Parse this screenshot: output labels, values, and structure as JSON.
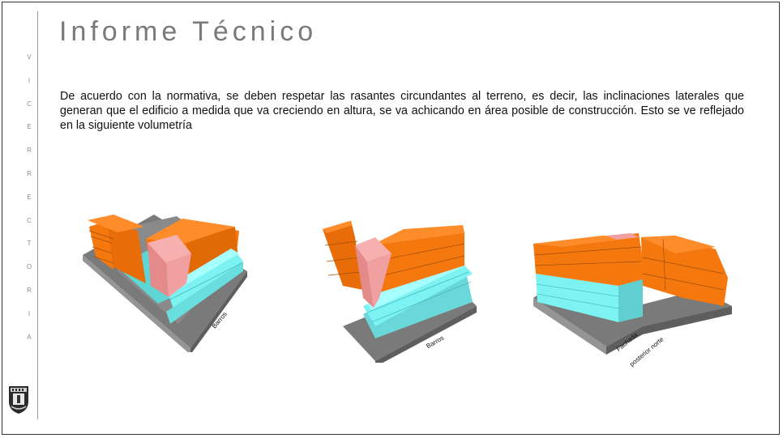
{
  "slide": {
    "title": "Informe Técnico",
    "paragraph": "De acuerdo con la normativa, se deben respetar las rasantes circundantes al terreno, es decir, las inclinaciones laterales que generan que el edificio a medida que va creciendo en altura, se va achicando en área posible de construcción. Esto se ve reflejado en la siguiente volumetría",
    "vertical_letters": [
      "V",
      "I",
      "C",
      "E",
      "R",
      "R",
      "E",
      "C",
      "T",
      "O",
      "R",
      "I",
      "A"
    ]
  },
  "figures": [
    {
      "label": "Barros"
    },
    {
      "label": "Barros"
    },
    {
      "label_line1": "Fachada",
      "label_line2": "posterior norte"
    }
  ],
  "colors": {
    "orange": "#f5780f",
    "cyan": "#7df2f2",
    "pink": "#f0a0a0",
    "gray": "#7e7e7e"
  },
  "icons": {
    "crest": "university-crest-icon"
  }
}
